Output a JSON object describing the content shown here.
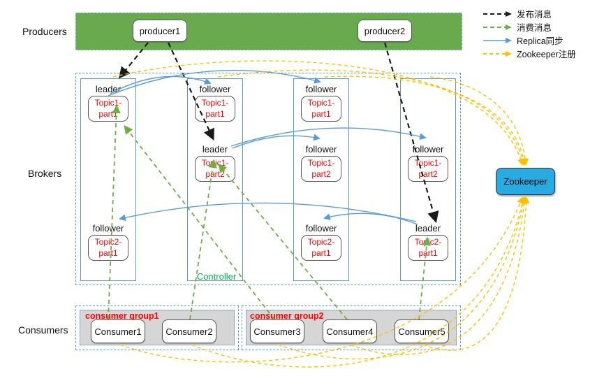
{
  "legend": {
    "items": [
      {
        "label": "发布消息",
        "color": "#1a1a1a",
        "line_style": "dashed"
      },
      {
        "label": "消费消息",
        "color": "#70ad47",
        "line_style": "dashed"
      },
      {
        "label": "Replica同步",
        "color": "#5b9bd5",
        "line_style": "solid"
      },
      {
        "label": "Zookeeper注册",
        "color": "#ffc000",
        "line_style": "dashed"
      }
    ]
  },
  "sections": {
    "producers_label": "Producers",
    "brokers_label": "Brokers",
    "consumers_label": "Consumers"
  },
  "producers": {
    "items": [
      {
        "label": "producer1"
      },
      {
        "label": "producer2"
      }
    ]
  },
  "brokers": {
    "controller_label": "Controller",
    "topics": [
      {
        "role": "leader",
        "name": "Topic1-part1"
      },
      {
        "role": "follower",
        "name": "Topic1-part1"
      },
      {
        "role": "follower",
        "name": "Topic1-part1"
      },
      {
        "role": "leader",
        "name": "Topic1-part2"
      },
      {
        "role": "follower",
        "name": "Topic1-part2"
      },
      {
        "role": "follower",
        "name": "Topic1-part2"
      },
      {
        "role": "follower",
        "name": "Topic2-part1"
      },
      {
        "role": "follower",
        "name": "Topic2-part1"
      },
      {
        "role": "leader",
        "name": "Topic2-part1"
      }
    ]
  },
  "consumers": {
    "groups": [
      {
        "label": "consumer group1",
        "members": [
          {
            "label": "Consumer1"
          },
          {
            "label": "Consumer2"
          }
        ]
      },
      {
        "label": "consumer group2",
        "members": [
          {
            "label": "Consumer3"
          },
          {
            "label": "Consumer4"
          },
          {
            "label": "Consumer5"
          }
        ]
      }
    ]
  },
  "zookeeper": {
    "label": "Zookeeper"
  },
  "colors": {
    "publish": "#1a1a1a",
    "consume": "#70ad47",
    "replica": "#5b9bd5",
    "zookeeper_reg": "#ffc000",
    "producer_band": "#6aaa4f",
    "zookeeper_fill": "#29abe2",
    "topic_text": "#ff0000",
    "controller_text": "#00b050"
  }
}
